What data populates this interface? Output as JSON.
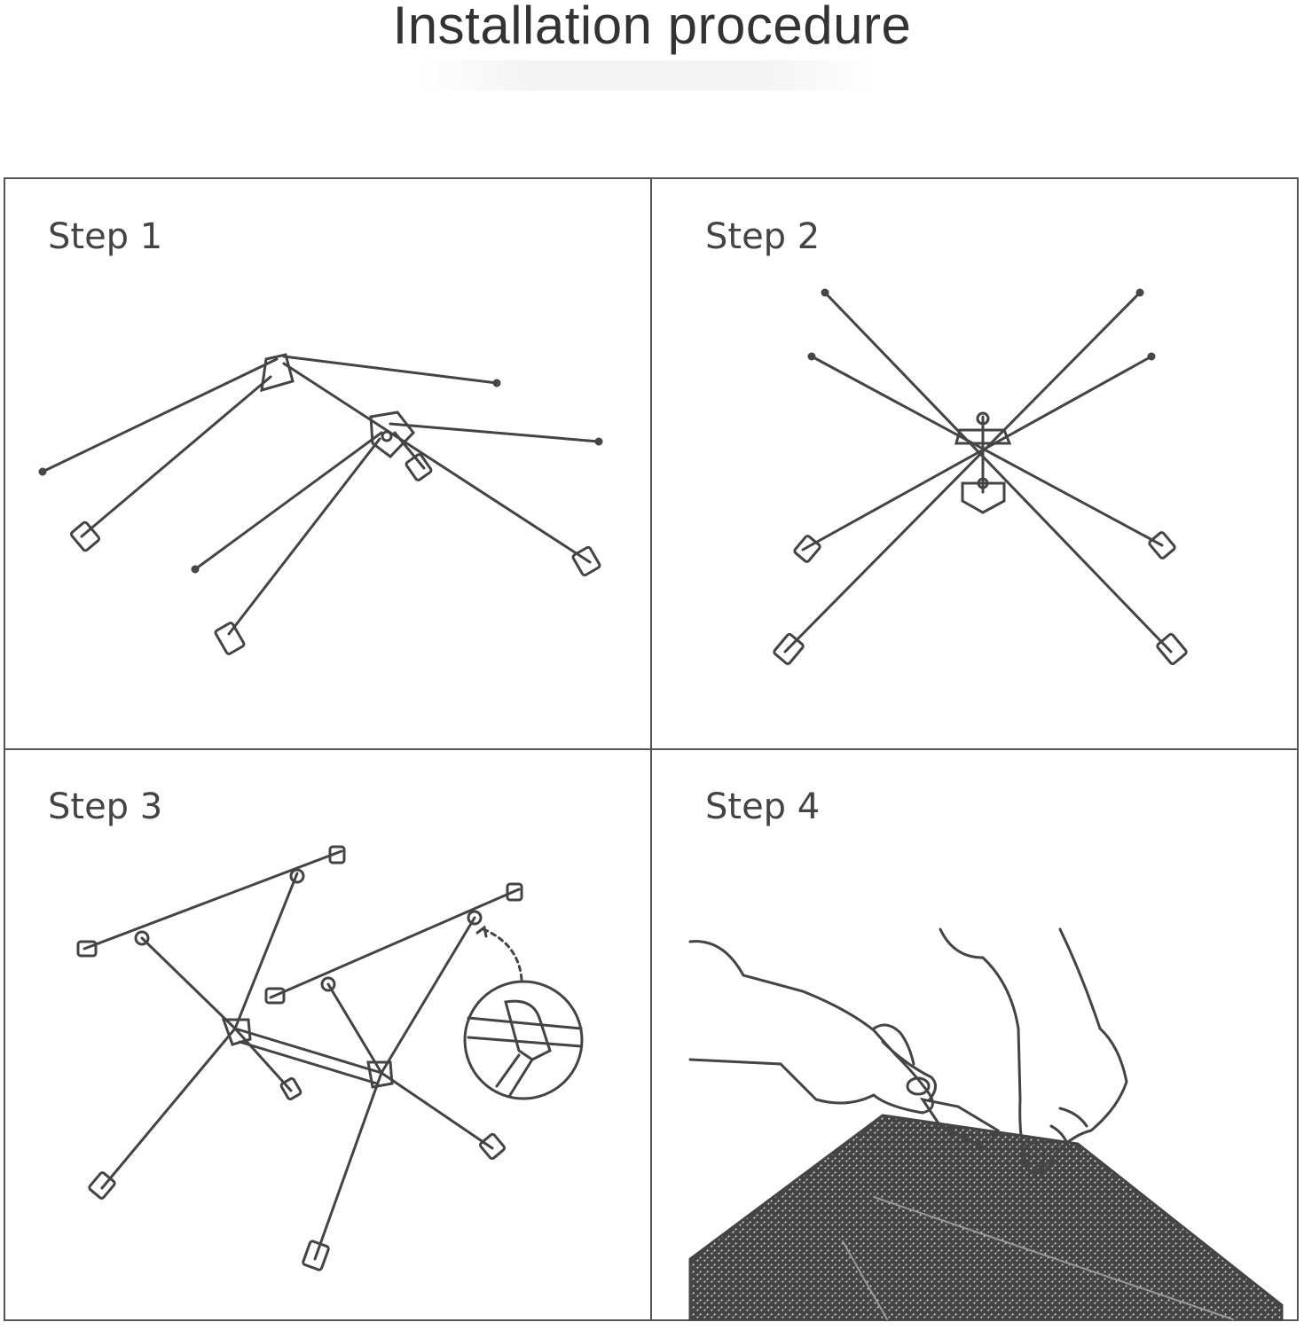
{
  "header": {
    "title": "Installation procedure"
  },
  "steps": [
    {
      "label": "Step 1"
    },
    {
      "label": "Step 2"
    },
    {
      "label": "Step 3"
    },
    {
      "label": "Step 4"
    }
  ],
  "colors": {
    "line": "#555555",
    "text": "#333333",
    "fabric": "#bdbdbd"
  }
}
